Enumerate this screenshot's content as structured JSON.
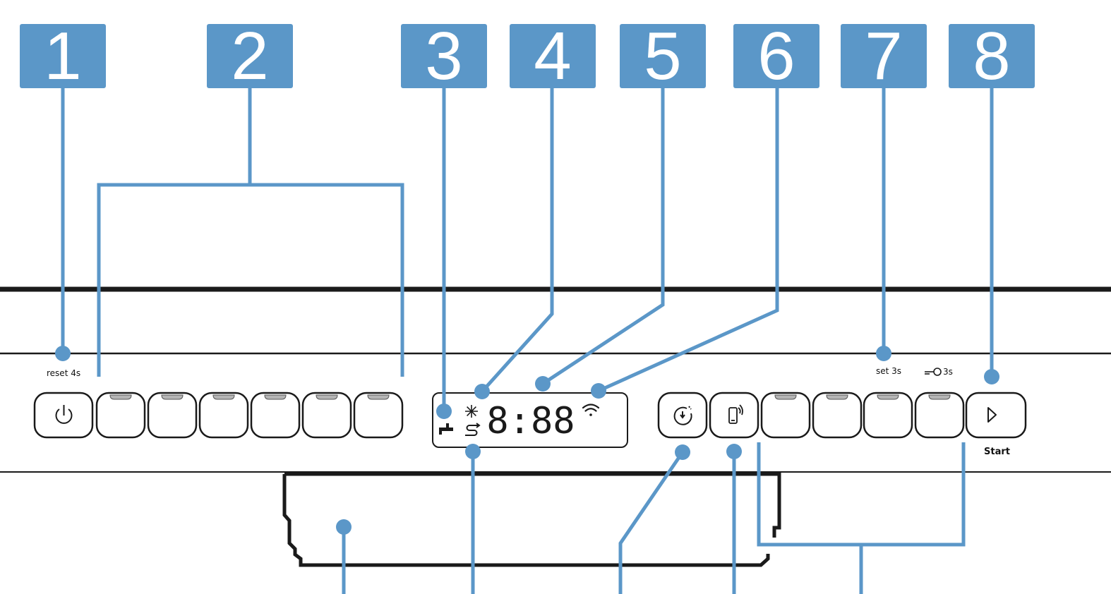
{
  "callouts": [
    "1",
    "2",
    "3",
    "4",
    "5",
    "6",
    "7",
    "8"
  ],
  "labels": {
    "reset": "reset 4s",
    "set": "set 3s",
    "lock": "3s",
    "start": "Start"
  },
  "display": {
    "digits": "8:88"
  },
  "colors": {
    "callout": "#5b97c8",
    "line": "#1a1a1a",
    "background": "#ffffff"
  },
  "icons": [
    "power-icon",
    "frost-icon",
    "water-tap-icon",
    "rinse-icon",
    "wifi-icon",
    "timer-icon",
    "remote-phone-icon",
    "play-icon",
    "key-lock-icon"
  ]
}
